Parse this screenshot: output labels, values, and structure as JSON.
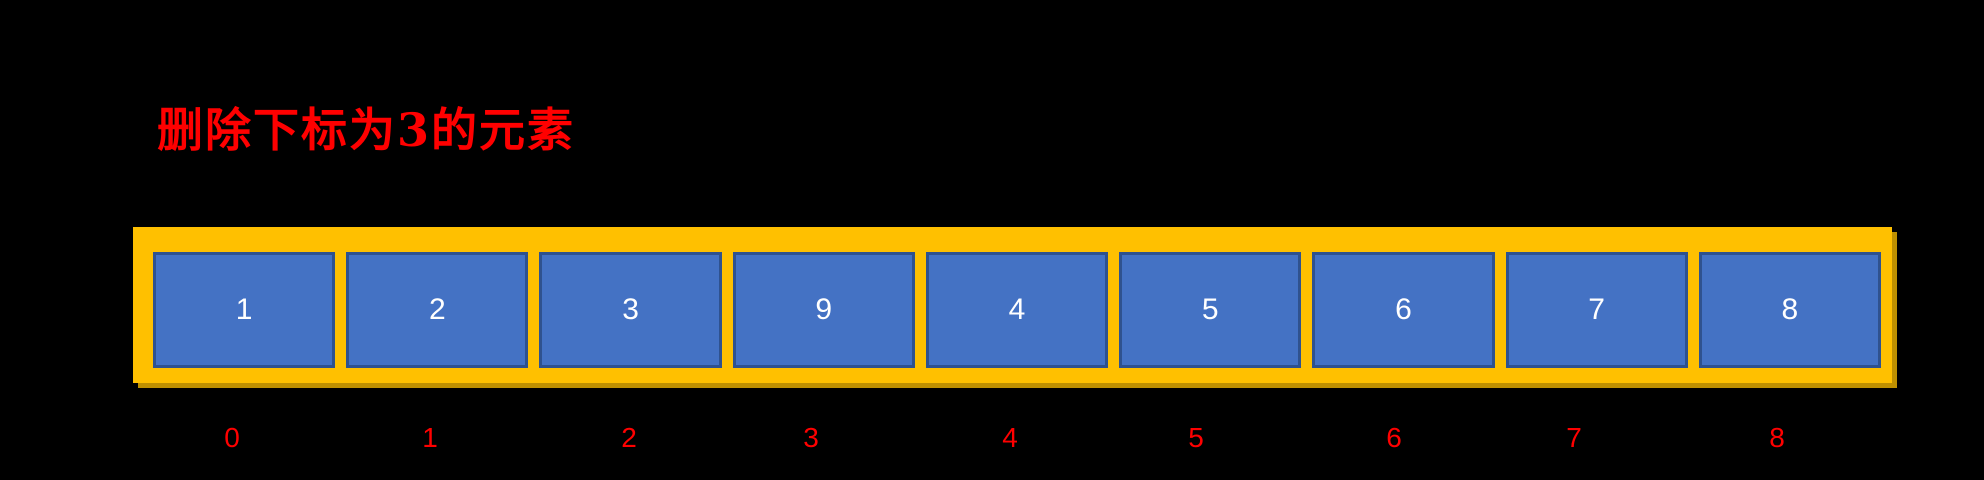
{
  "diagram": {
    "background_color": "#000000",
    "title": {
      "text": "删除下标为3的元素",
      "color": "#ff0000"
    },
    "array": {
      "values": [
        "1",
        "2",
        "3",
        "9",
        "4",
        "5",
        "6",
        "7",
        "8"
      ],
      "container_fill": "#ffc000",
      "container_shadow": "#bf9000",
      "cell_fill": "#4472c4",
      "cell_border": "#2f528f",
      "cell_text_color": "#ffffff"
    },
    "indices": {
      "labels": [
        "0",
        "1",
        "2",
        "3",
        "4",
        "5",
        "6",
        "7",
        "8"
      ],
      "color": "#ff0000"
    }
  }
}
